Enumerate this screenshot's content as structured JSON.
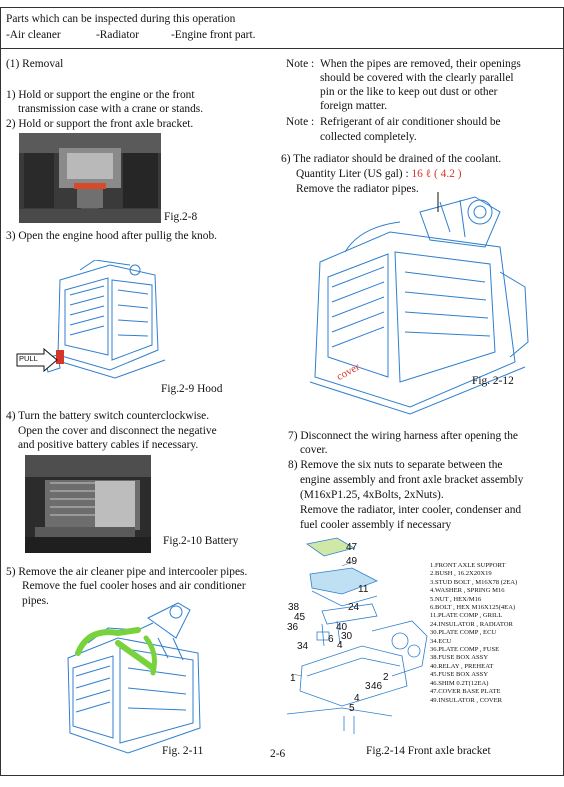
{
  "header": {
    "title": "Parts which can be inspected during this operation",
    "items": [
      "-Air cleaner",
      "-Radiator",
      "-Engine front part."
    ]
  },
  "left": {
    "section": "(1) Removal",
    "step1": [
      "1) Hold or support the engine or the front",
      "transmission case with a crane or stands."
    ],
    "step2": "2) Hold or support the front axle bracket.",
    "fig28": "Fig.2-8",
    "step3": "3) Open the engine hood after pullig the knob.",
    "pull": "PULL",
    "fig29": "Fig.2-9 Hood",
    "step4": [
      "4) Turn the battery switch counterclockwise.",
      "Open the cover and disconnect the negative",
      "and positive battery cables if necessary."
    ],
    "fig210": "Fig.2-10 Battery",
    "step5": [
      "5) Remove the air cleaner pipe and intercooler pipes.",
      "Remove the fuel cooler hoses and air conditioner",
      "pipes."
    ],
    "fig211": "Fig. 2-11"
  },
  "right": {
    "note1_label": "Note :",
    "note1": [
      "When the pipes are removed, their openings",
      "should be covered with the clearly parallel",
      "pin or the like to keep out dust or  other",
      "foreign matter."
    ],
    "note2_label": "Note :",
    "note2": [
      "Refrigerant of air conditioner should be",
      "collected completely."
    ],
    "step6": "6) The radiator should be drained of the coolant.",
    "quantity_label": "Quantity Liter (US gal) : ",
    "quantity_value": "16 ℓ ( 4.2 )",
    "step6b": "Remove the radiator pipes.",
    "cover_label": "cover",
    "fig212": "Fig. 2-12",
    "step7": [
      "7) Disconnect the  wiring harness after opening the",
      "cover."
    ],
    "step8": [
      "8) Remove the six nuts to separate between the",
      "engine assembly and front axle bracket assembly",
      "(M16xP1.25, 4xBolts, 2xNuts).",
      "Remove the radiator, inter cooler, condenser and",
      "fuel cooler assembly if necessary"
    ],
    "callouts": [
      "47",
      "49",
      "11",
      "38",
      "45",
      "36",
      "24",
      "40",
      "30",
      "34",
      "6",
      "4",
      "1",
      "3",
      "46",
      "2",
      "4",
      "5"
    ],
    "parts": [
      "1.FRONT AXLE SUPPORT",
      "2.BUSH , 16.2X20X19",
      "3.STUD BOLT , M16X78 (2EA)",
      "4.WASHER , SPRING M16",
      "5.NUT , HEX/M16",
      "6.BOLT , HEX M16X125(4EA)",
      "11.PLATE COMP , GRILL",
      "24.INSULATOR , RADIATOR",
      "30.PLATE COMP , ECU",
      "34.ECU",
      "36.PLATE COMP , FUSE",
      "38.FUSE BOX ASSY",
      "40.RELAY , PREHEAT",
      "45.FUSE BOX ASSY",
      "46.SHIM 0.2T(12EA)",
      "47.COVER BASE PLATE",
      "49.INSULATOR , COVER"
    ],
    "fig214": "Fig.2-14 Front axle bracket"
  },
  "footer": {
    "page": "2-6"
  },
  "colors": {
    "accent_red": "#d4372a",
    "machine_blue": "#2f7fd0",
    "highlight_green": "#78d23c"
  }
}
